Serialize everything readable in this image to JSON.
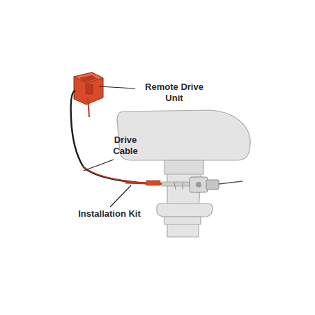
{
  "diagram": {
    "labels": [
      "Remote Drive Unit",
      "Drive Cable",
      "Installation Kit"
    ]
  }
}
